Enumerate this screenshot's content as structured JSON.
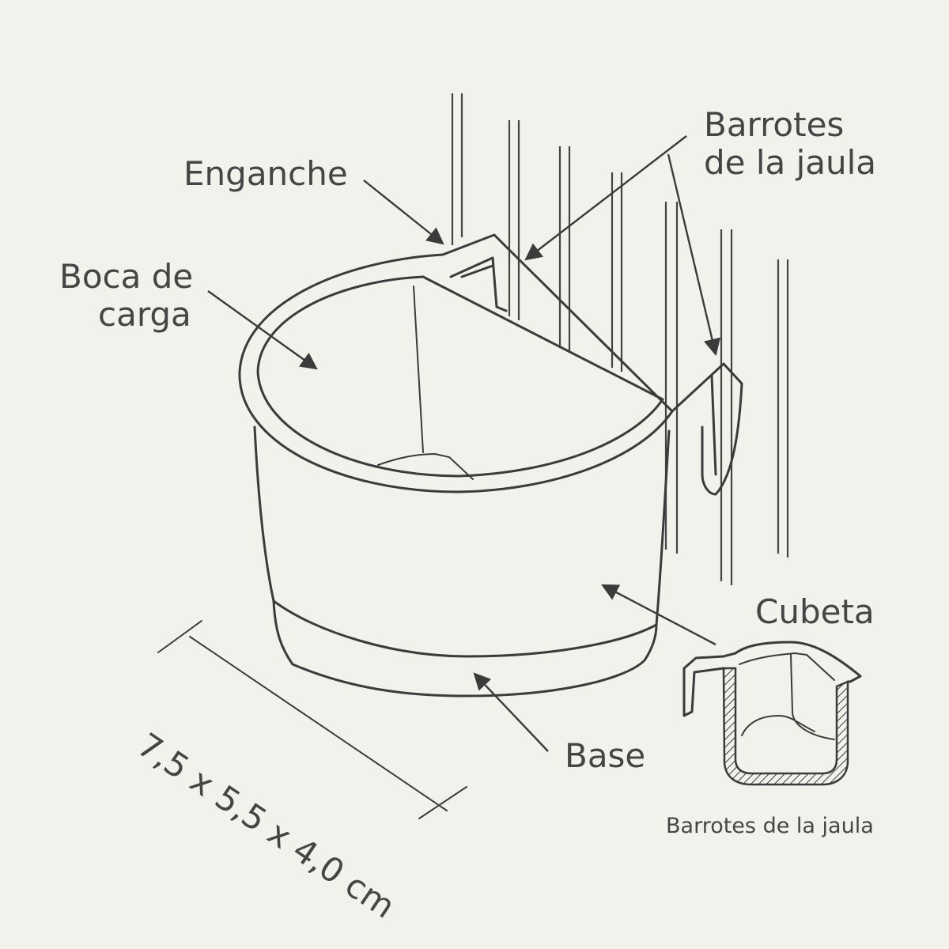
{
  "labels": {
    "hook": "Enganche",
    "bars_line1": "Barrotes",
    "bars_line2": "de la jaula",
    "mouth_line1": "Boca de",
    "mouth_line2": "carga",
    "cup": "Cubeta",
    "base": "Base",
    "dimensions": "7,5 x 5,5 x 4,0 cm",
    "section_caption": "Barrotes de la jaula"
  },
  "colors": {
    "background": "#f2f1ec",
    "line": "#3b3b3b",
    "text": "#454545"
  }
}
